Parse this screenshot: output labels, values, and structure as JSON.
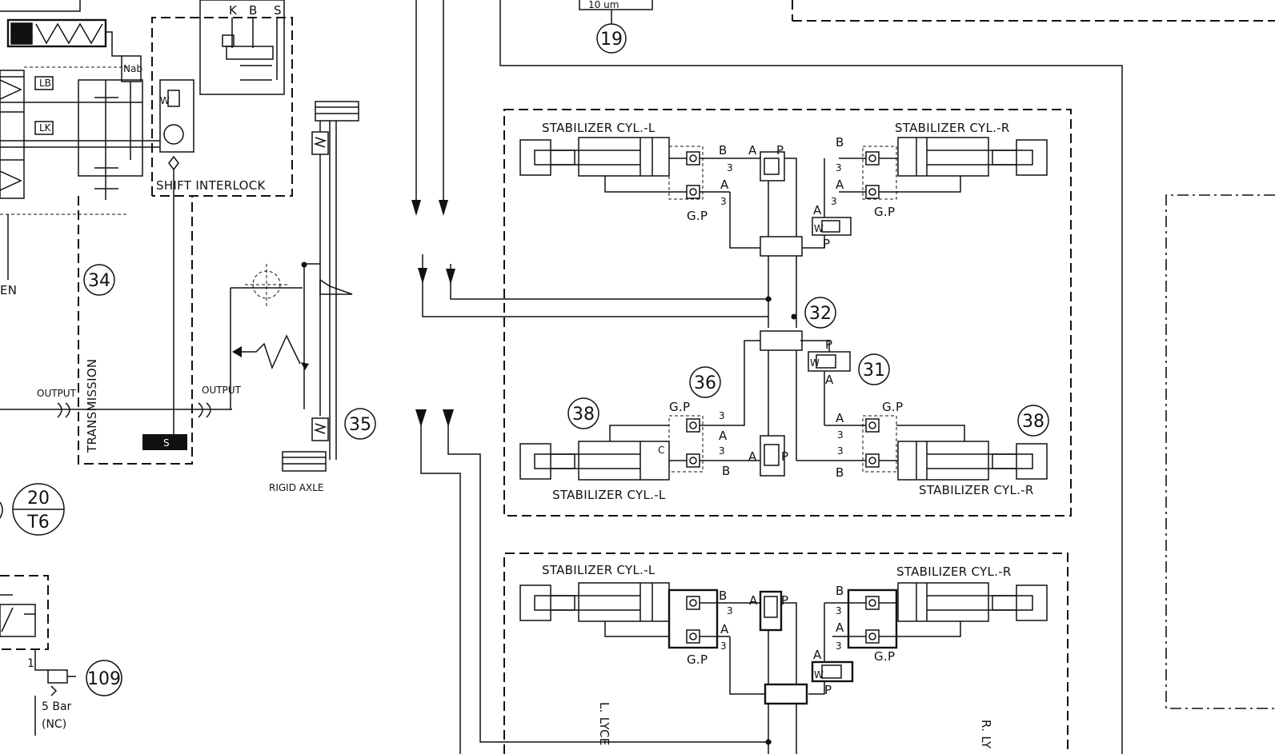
{
  "labels": {
    "stab_l": "STABILIZER CYL.-L",
    "stab_r": "STABILIZER CYL.-R",
    "gp": "G.P",
    "port_a": "A",
    "port_b": "B",
    "port_p": "P",
    "port_c": "C",
    "orifice": "3",
    "shift_interlock": "SHIFT INTERLOCK",
    "transmission": "TRANSMISSION",
    "output": "OUTPUT",
    "rigid_axle": "RIGID AXLE",
    "filter_rating": "10 um",
    "pressure_setting": "5 Bar",
    "nc": "(NC)",
    "en_fragment": "EN",
    "kbs_k": "K",
    "kbs_b": "B",
    "kbs_s": "S",
    "nab": "Nab",
    "lb": "LB",
    "lk": "LK",
    "sol_s": "S",
    "w": "W",
    "port_1": "1",
    "l_lyc": "L. LYCE",
    "r_lyc": "R. LY"
  },
  "callouts": {
    "c19": "19",
    "c20": "20",
    "t6": "T6",
    "c31": "31",
    "c32": "32",
    "c34": "34",
    "c35": "35",
    "c36": "36",
    "c38a": "38",
    "c38b": "38",
    "c109": "109"
  }
}
